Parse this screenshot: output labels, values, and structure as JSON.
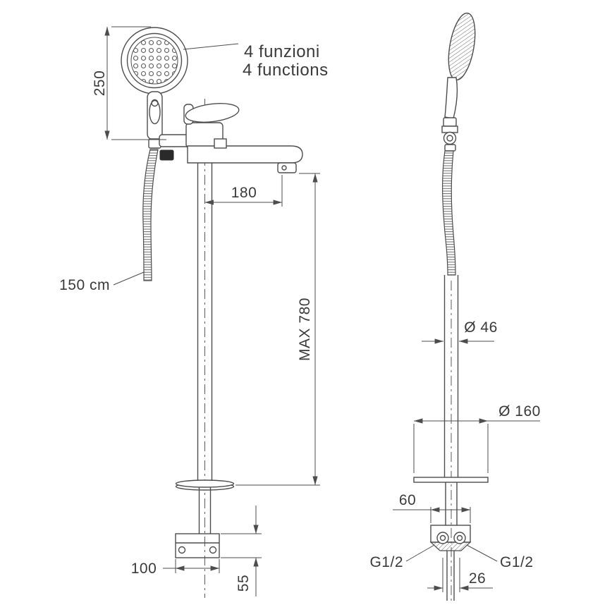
{
  "colors": {
    "line": "#4d4d4d",
    "text": "#3a3a3a",
    "background": "#ffffff",
    "dark_fitting": "#2a2a2a"
  },
  "front_view": {
    "labels": {
      "handshower_height": "250",
      "functions_line1": "4 funzioni",
      "functions_line2": "4 functions",
      "spout_reach": "180",
      "hose_length": "150 cm",
      "max_height": "MAX  780",
      "base_width": "100",
      "base_height": "55"
    }
  },
  "side_view": {
    "labels": {
      "column_diameter": "Ø 46",
      "flange_diameter": "Ø 160",
      "base_depth": "60",
      "inlet_left": "G1/2",
      "inlet_right": "G1/2",
      "inlet_spacing": "26"
    }
  }
}
